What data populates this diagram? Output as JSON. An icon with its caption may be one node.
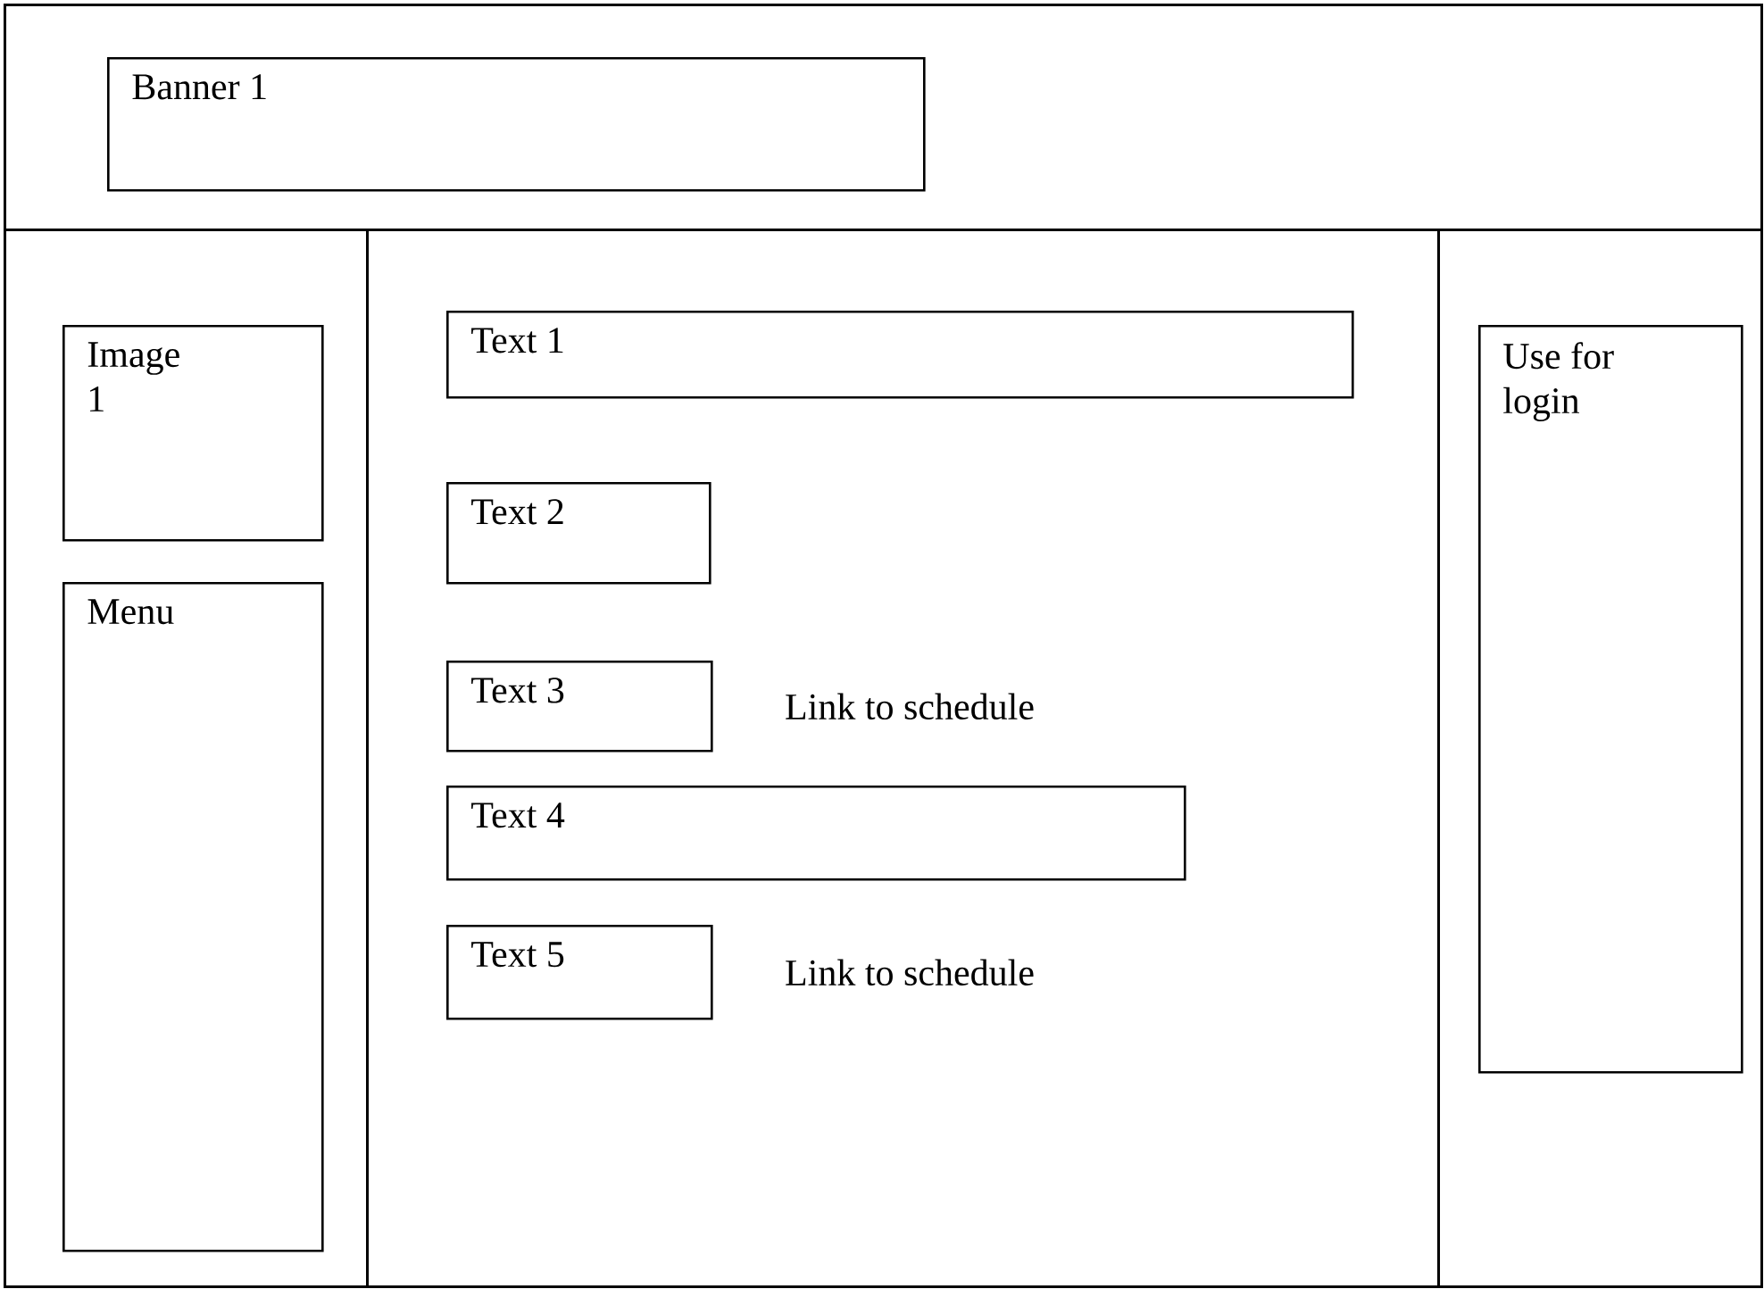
{
  "diagram": {
    "nodes": [
      {
        "text": [],
        "shape": "box"
      },
      {
        "text": [],
        "shape": "box"
      },
      {
        "text": [],
        "shape": "box"
      },
      {
        "text": [],
        "shape": "box"
      },
      {
        "text": [
          "Banner 1"
        ],
        "in": 0
      },
      {
        "text": [
          "Image 1"
        ],
        "in": 1
      },
      {
        "text": [
          "Menu"
        ],
        "in": 1
      },
      {
        "text": [
          "Text 1"
        ],
        "in": 2
      },
      {
        "text": [
          "Text 2"
        ],
        "in": 2
      },
      {
        "text": [
          "Text 3"
        ],
        "in": 2,
        "beside": [
          "Link to schedule"
        ]
      },
      {
        "text": [
          "Text 4"
        ],
        "in": 2
      },
      {
        "text": [
          "Text 5"
        ],
        "in": 2,
        "beside": [
          "Link to schedule"
        ]
      },
      {
        "text": [
          "Use for login"
        ],
        "in": 3
      }
    ],
    "edges": []
  }
}
